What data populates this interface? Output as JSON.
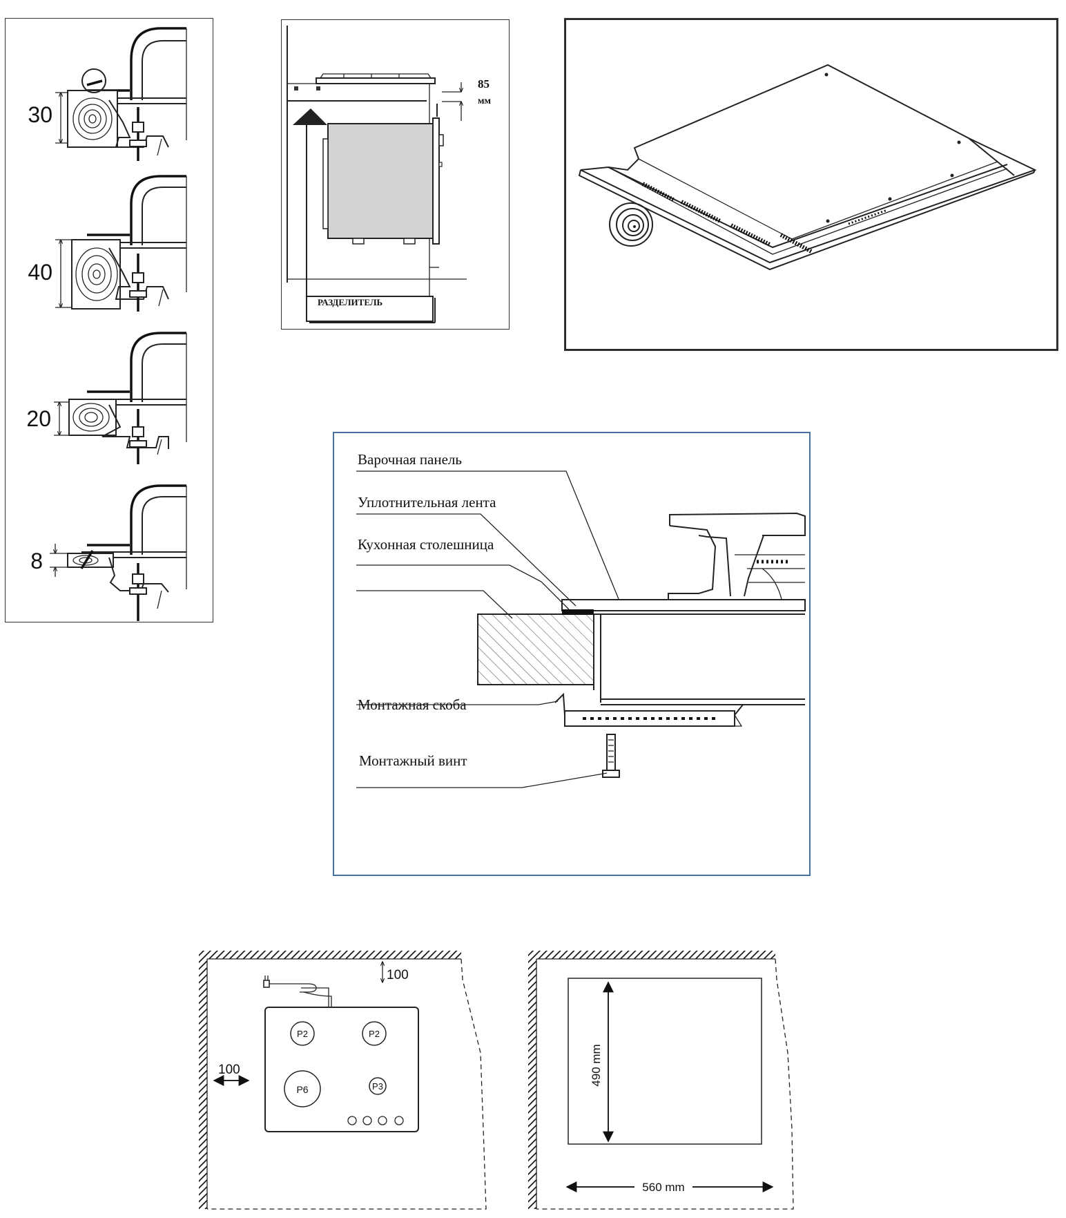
{
  "seal_depths": {
    "unit": "",
    "values": [
      "30",
      "40",
      "20",
      "8"
    ]
  },
  "oven_clearance": {
    "gap_value": "85",
    "gap_unit": "мм",
    "divider_label": "РАЗДЕЛИТЕЛЬ"
  },
  "mounting_section": {
    "labels": {
      "hob": "Варочная панель",
      "sealing_tape": "Уплотнительная лента",
      "worktop": "Кухонная столешница",
      "bracket": "Монтажная скоба",
      "screw": "Монтажный винт"
    },
    "border_color": "#4a6fa5"
  },
  "placement_plan": {
    "top_clearance": "100",
    "side_clearance": "100",
    "burners": [
      "P2",
      "P2",
      "P6",
      "P3"
    ]
  },
  "cutout_plan": {
    "depth_label": "490 mm",
    "width_label": "560 mm"
  }
}
